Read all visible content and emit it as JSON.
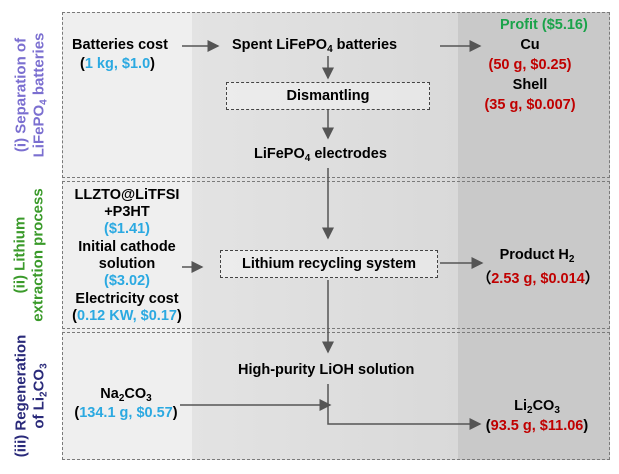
{
  "side_labels": {
    "s1_line1": "(i) Separation of",
    "s1_line2": "LiFePO",
    "s1_line2_sub": "4",
    "s1_line2_end": " batteries",
    "s1_color": "#7b6fd0",
    "s2_line1": "(ii) Lithium",
    "s2_line2": "extraction process",
    "s2_color": "#3a9a2a",
    "s3_line1": "(iii) Regeneration",
    "s3_line2": "of Li",
    "s3_line2_sub": "2",
    "s3_line2_mid": "CO",
    "s3_line2_sub2": "3",
    "s3_color": "#2a2a7a"
  },
  "section1": {
    "batteries_cost": "Batteries cost",
    "batteries_cost_open": "(",
    "batteries_cost_value": "1 kg, $1.0",
    "batteries_cost_close": ")",
    "spent_a": "Spent LiFePO",
    "spent_sub": "4",
    "spent_b": " batteries",
    "dismantling": "Dismantling",
    "electrodes_a": "LiFePO",
    "electrodes_sub": "4",
    "electrodes_b": " electrodes",
    "profit": "Profit ($5.16)",
    "cu": "Cu",
    "cu_value": "(50 g, $0.25)",
    "shell": "Shell",
    "shell_value": "(35 g, $0.007)"
  },
  "section2": {
    "llzto_line1": "LLZTO@LiTFSI",
    "llzto_line2": "+P3HT",
    "llzto_value": "($1.41)",
    "cathode_line1": "Initial cathode",
    "cathode_line2": "solution",
    "cathode_value": "($3.02)",
    "electricity": "Electricity cost",
    "electricity_open": "(",
    "electricity_value": "0.12 KW, $0.17",
    "electricity_close": ")",
    "recycling_system": "Lithium recycling system",
    "product_a": "Product H",
    "product_sub": "2",
    "product_value_open": "（",
    "product_value": "2.53 g, $0.014",
    "product_value_close": "）"
  },
  "section3": {
    "lioh": "High-purity LiOH solution",
    "na_a": "Na",
    "na_sub": "2",
    "na_b": "CO",
    "na_sub2": "3",
    "na_value_open": "(",
    "na_value": "134.1 g, $0.57",
    "na_value_close": ")",
    "li_a": "Li",
    "li_sub": "2",
    "li_b": "CO",
    "li_sub2": "3",
    "li_value_open": "(",
    "li_value": "93.5 g, $11.06",
    "li_value_close": ")"
  },
  "colors": {
    "blue_value": "#2ba9e1",
    "red_value": "#c00000",
    "profit_green": "#1aa34a",
    "arrow": "#555555"
  }
}
